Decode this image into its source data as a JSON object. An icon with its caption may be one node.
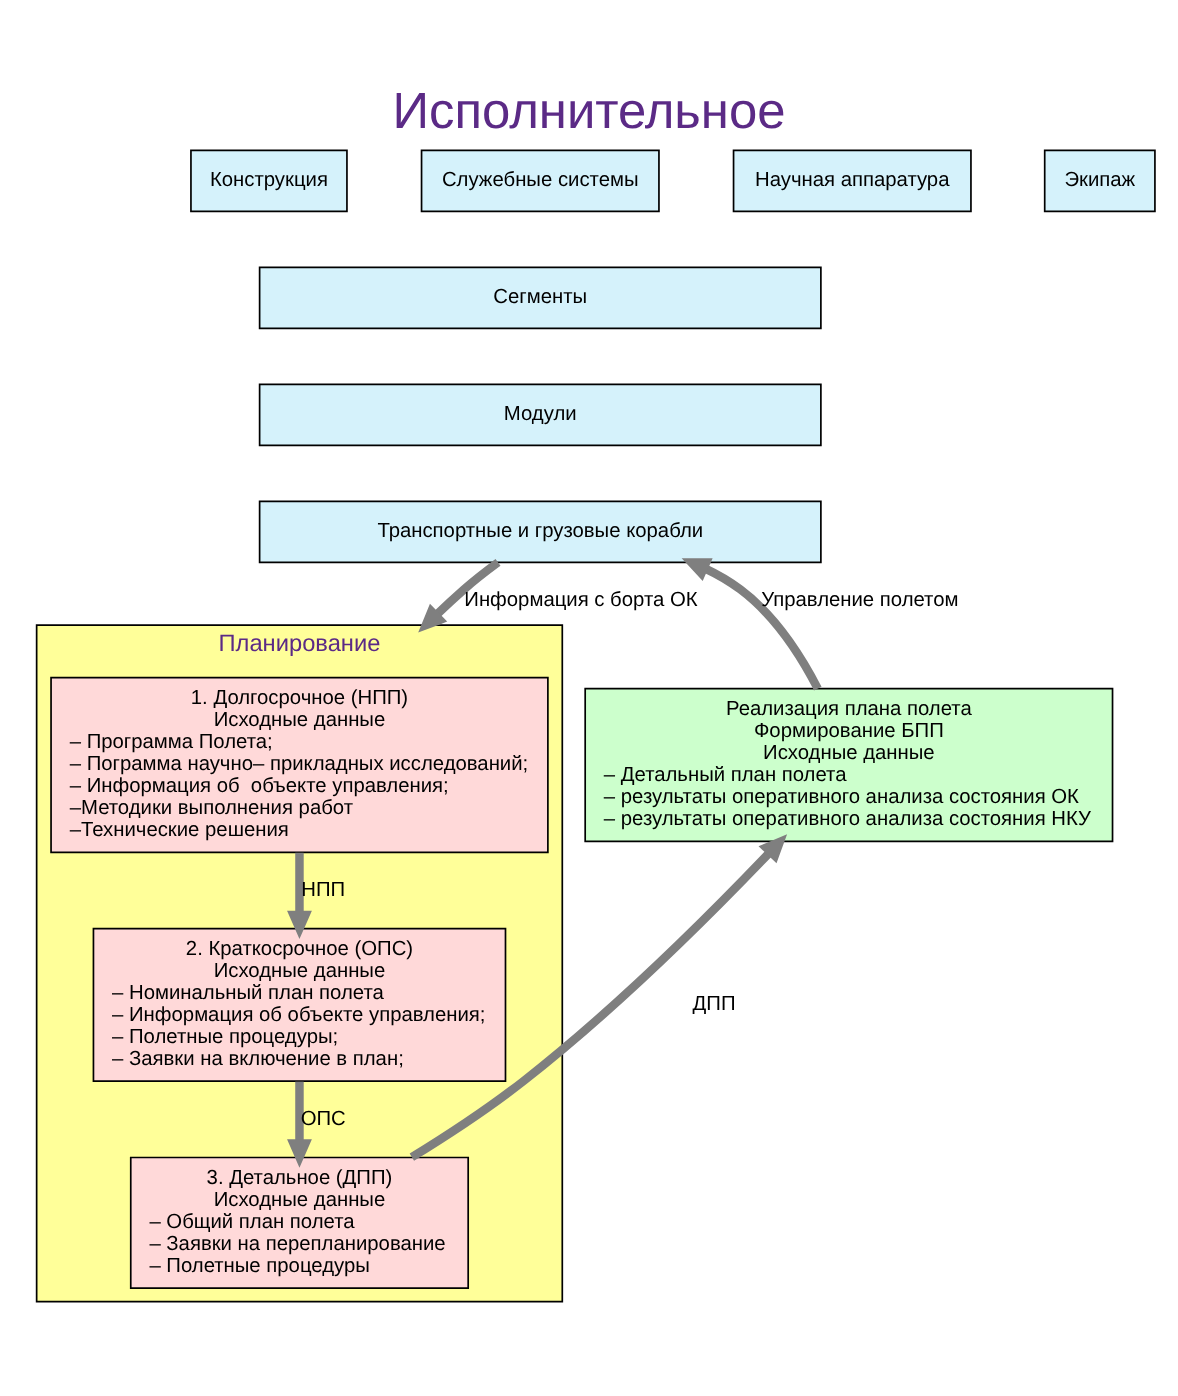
{
  "diagram": {
    "title": "Исполнительное",
    "nodes": [
      {
        "text": [
          "Конструкция"
        ]
      },
      {
        "text": [
          "Служебные системы"
        ]
      },
      {
        "text": [
          "Научная аппаратура"
        ]
      },
      {
        "text": [
          "Экипаж"
        ]
      },
      {
        "text": [
          "Сегменты"
        ]
      },
      {
        "text": [
          "Модули"
        ]
      },
      {
        "text": [
          "Транспортные и грузовые корабли"
        ]
      },
      {
        "text": [
          "Планирование"
        ]
      },
      {
        "text": [
          "1. Долгосрочное (НПП)",
          "Исходные данные",
          "– Программа Полета;",
          "– Пограмма научно– прикладных исследований;",
          "– Информация об  объекте управления;",
          "–Методики выполнения работ",
          "–Технические решения"
        ],
        "in": 7
      },
      {
        "text": [
          "2. Краткосрочное (ОПС)",
          "Исходные данные",
          "– Номинальный план полета",
          "– Информация об объекте управления;",
          "– Полетные процедуры;",
          "– Заявки на включение в план;"
        ],
        "in": 7
      },
      {
        "text": [
          "3. Детальное (ДПП)",
          "Исходные данные",
          "– Общий план полета",
          "– Заявки на перепланирование",
          "– Полетные процедуры"
        ],
        "in": 7
      },
      {
        "text": [
          "Реализация плана полета",
          "Формирование БПП",
          "Исходные данные",
          "– Детальный план полета",
          "– результаты оперативного анализа состояния ОК",
          "– результаты оперативного анализа состояния НКУ"
        ]
      }
    ],
    "edges": [
      {
        "from": 6,
        "to": 7,
        "arrow": "to",
        "label": "Информация с борта ОК"
      },
      {
        "from": 8,
        "to": 9,
        "arrow": "to",
        "label": "НПП"
      },
      {
        "from": 9,
        "to": 10,
        "arrow": "to",
        "label": "ОПС"
      },
      {
        "from": 10,
        "to": 11,
        "arrow": "to",
        "label": "ДПП"
      },
      {
        "from": 11,
        "to": 6,
        "arrow": "to",
        "label": "Управление полетом"
      }
    ]
  }
}
